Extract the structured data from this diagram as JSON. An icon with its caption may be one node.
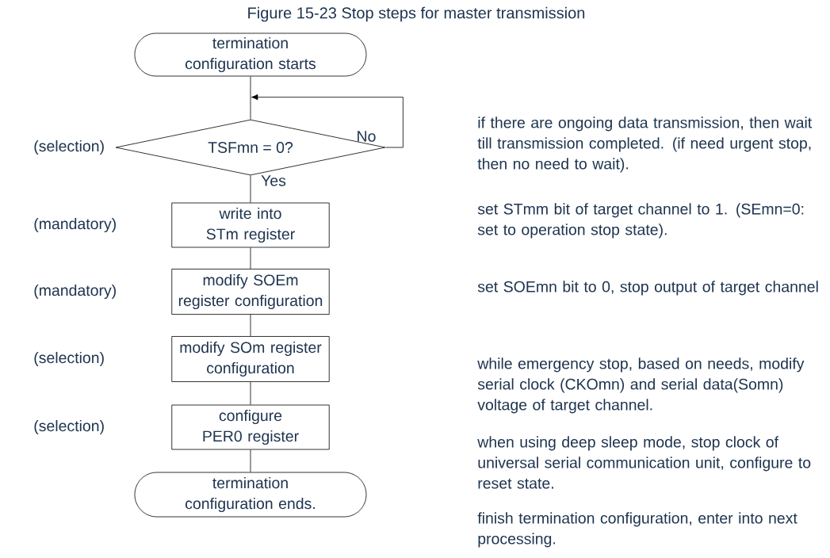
{
  "diagram": {
    "title": "Figure 15-23 Stop steps for master transmission",
    "nodes": [
      {
        "text": [
          "termination configuration starts"
        ]
      },
      {
        "text": [
          "TSFmn = 0?"
        ]
      },
      {
        "text": [
          "write into STm register"
        ]
      },
      {
        "text": [
          "modify SOEm register configuration"
        ]
      },
      {
        "text": [
          "modify SOm register configuration"
        ]
      },
      {
        "text": [
          "configure PER0 register"
        ]
      },
      {
        "text": [
          "termination configuration ends."
        ]
      }
    ],
    "labels": [
      "(selection)",
      "if there are ongoing data transmission, then wait till transmission completed. (if need urgent stop, then no need to wait).",
      "(mandatory)",
      "set STmm bit of target channel to 1. (SEmn=0: set to operation stop state).",
      "(mandatory)",
      "set SOEmn bit to 0, stop output of target channel",
      "(selection)",
      "while emergency stop, based on needs, modify serial clock (CKOmn) and serial data(Somn) voltage of target channel.",
      "(selection)",
      "when using deep sleep mode, stop clock of universal serial communication unit, configure to reset state.",
      "finish termination configuration, enter into next processing."
    ],
    "edges": [
      {
        "from": 0,
        "to": 1,
        "arrow": "none"
      },
      {
        "from": 1,
        "to": null,
        "arrow": "to",
        "label": "No"
      },
      {
        "from": 1,
        "to": 2,
        "arrow": "none",
        "label": "Yes"
      },
      {
        "from": 2,
        "to": 3,
        "arrow": "none"
      },
      {
        "from": 3,
        "to": 4,
        "arrow": "none"
      },
      {
        "from": 4,
        "to": 5,
        "arrow": "none"
      },
      {
        "from": 5,
        "to": 6,
        "arrow": "none"
      }
    ]
  }
}
